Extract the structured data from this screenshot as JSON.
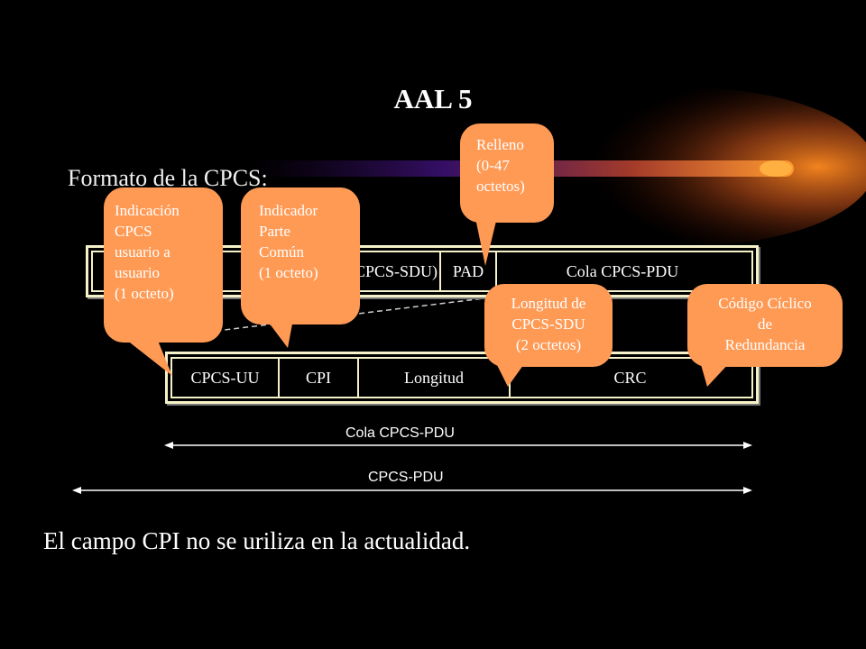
{
  "title": "AAL 5",
  "subtitle": "Formato de la  CPCS:",
  "top_frame": {
    "cells": [
      "(CPCS-SDU)",
      "PAD",
      "Cola CPCS-PDU"
    ]
  },
  "bottom_frame": {
    "cells": [
      "CPCS-UU",
      "CPI",
      "Longitud",
      "CRC"
    ]
  },
  "callouts": {
    "relleno": [
      "Relleno",
      "(0-47",
      "octetos)"
    ],
    "indicacion": [
      "Indicación",
      "CPCS",
      "usuario a",
      "usuario",
      "(1 octeto)"
    ],
    "indicador": [
      "Indicador",
      "Parte",
      "Común",
      "(1 octeto)"
    ],
    "longitud": [
      "Longitud de",
      "CPCS-SDU",
      "(2 octetos)"
    ],
    "codigo": [
      "Código Cíclico",
      "de",
      "Redundancia"
    ]
  },
  "dimensions": {
    "cola": "Cola CPCS-PDU",
    "pdu": "CPCS-PDU"
  },
  "note": "El campo CPI no se uriliza en la actualidad.",
  "colors": {
    "callout": "#ff9a55",
    "frame": "#f5f1c8",
    "background": "#000000"
  }
}
